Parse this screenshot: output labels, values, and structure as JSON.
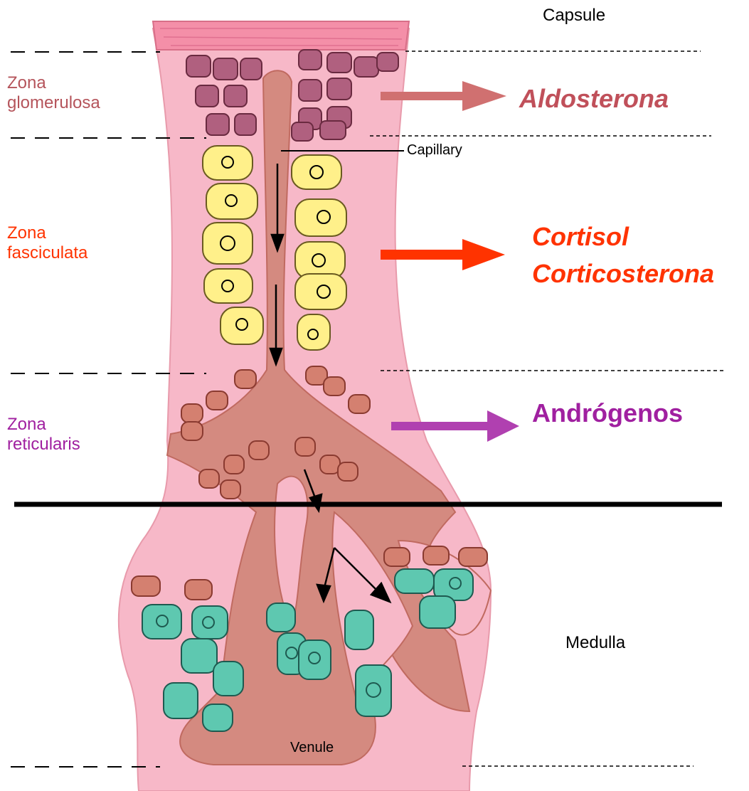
{
  "labels": {
    "capsule": "Capsule",
    "capillary": "Capillary",
    "medulla": "Medulla",
    "venule": "Venule"
  },
  "zones": [
    {
      "line1": "Zona",
      "line2": "glomerulosa",
      "color": "#b5545b"
    },
    {
      "line1": "Zona",
      "line2": "fasciculata",
      "color": "#ff3300"
    },
    {
      "line1": "Zona",
      "line2": "reticularis",
      "color": "#a020a0"
    }
  ],
  "hormones": {
    "glomerulosa": {
      "text": "Aldosterona",
      "color": "#c0505a",
      "arrow_color": "#d07070"
    },
    "fasciculata": {
      "line1": "Cortisol",
      "line2": "Corticosterona",
      "color": "#ff3300",
      "arrow_color": "#ff3300"
    },
    "reticularis": {
      "text": "Andrógenos",
      "color": "#a020a0",
      "arrow_color": "#b040b0"
    }
  },
  "colors": {
    "tissue": "#f7b8c8",
    "capsule": "#f48fa8",
    "vessel": "#d48a80",
    "vessel_edge": "#c06a60",
    "glomerulosa_cell": "#b0607f",
    "fasciculata_cell": "#fff08a",
    "medulla_cell": "#5ec8b0",
    "divider": "#000000"
  }
}
